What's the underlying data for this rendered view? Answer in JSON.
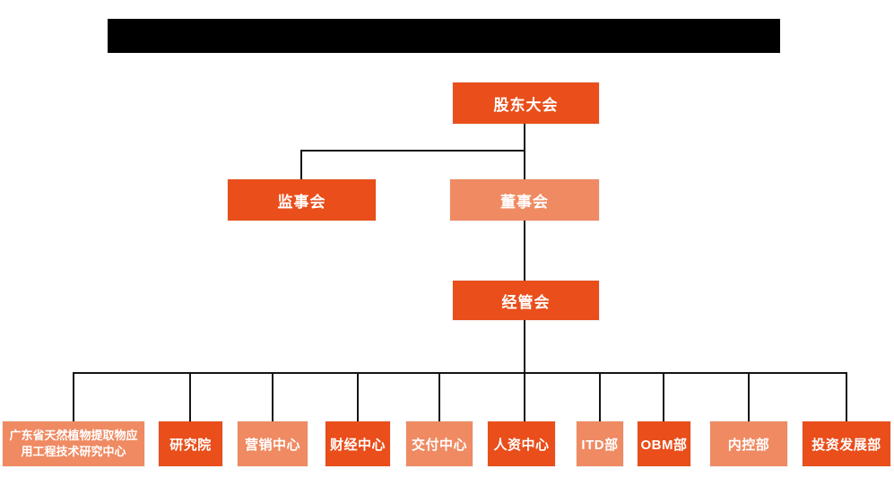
{
  "title_bar": {
    "redacted": true,
    "note": "solid black bar, no visible text"
  },
  "colors": {
    "primary": "#E94E1B",
    "secondary": "#EF8A62",
    "line": "#141414",
    "label_text": "#FFFFFF",
    "background": "#FFFFFF",
    "redacted_bar": "#000000"
  },
  "org_chart": {
    "nodes": {
      "shareholders": {
        "label": "股东大会",
        "variant": "primary"
      },
      "supervisory_board": {
        "label": "监事会",
        "variant": "primary"
      },
      "board_of_directors": {
        "label": "董事会",
        "variant": "secondary"
      },
      "management_committee": {
        "label": "经管会",
        "variant": "primary"
      }
    },
    "departments": [
      {
        "label": "广东省天然植物提取物应用工程技术研究中心",
        "variant": "secondary"
      },
      {
        "label": "研究院",
        "variant": "primary"
      },
      {
        "label": "营销中心",
        "variant": "secondary"
      },
      {
        "label": "财经中心",
        "variant": "primary"
      },
      {
        "label": "交付中心",
        "variant": "secondary"
      },
      {
        "label": "人资中心",
        "variant": "primary"
      },
      {
        "label": "ITD部",
        "variant": "secondary"
      },
      {
        "label": "OBM部",
        "variant": "primary"
      },
      {
        "label": "内控部",
        "variant": "secondary"
      },
      {
        "label": "投资发展部",
        "variant": "primary"
      }
    ]
  }
}
